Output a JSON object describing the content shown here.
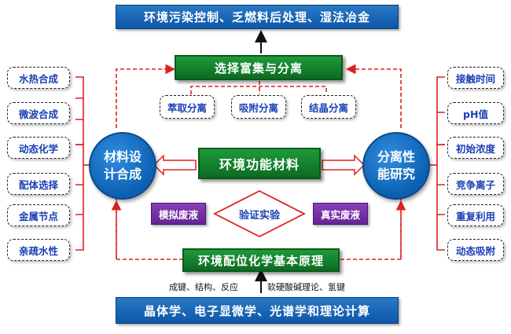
{
  "top_bar": "环境污染控制、乏燃料后处理、湿法冶金",
  "bottom_bar": "晶体学、电子显微学、光谱学和理论计算",
  "separation_box": "选择富集与分离",
  "methods": [
    "萃取分离",
    "吸附分离",
    "结晶分离"
  ],
  "core_material": "环境功能材料",
  "left_circle": {
    "line1": "材料设",
    "line2": "计合成"
  },
  "right_circle": {
    "line1": "分离性",
    "line2": "能研究"
  },
  "left_items": [
    "水热合成",
    "微波合成",
    "动态化学",
    "配体选择",
    "金属节点",
    "亲疏水性"
  ],
  "right_items": [
    "接触时间",
    "pH值",
    "初始浓度",
    "竞争离子",
    "重复利用",
    "动态吸附"
  ],
  "simulated": "模拟废液",
  "verify": "验证实验",
  "real": "真实废液",
  "principle_box": "环境配位化学基本原理",
  "note_left": "成键、结构、反应",
  "note_right": "软硬酸碱理论、氢键",
  "colors": {
    "blue": "#0d57a8",
    "green": "#0c6b22",
    "purple": "#642392",
    "red_dashed": "#e02020",
    "item_text": "#1a3fb5"
  }
}
